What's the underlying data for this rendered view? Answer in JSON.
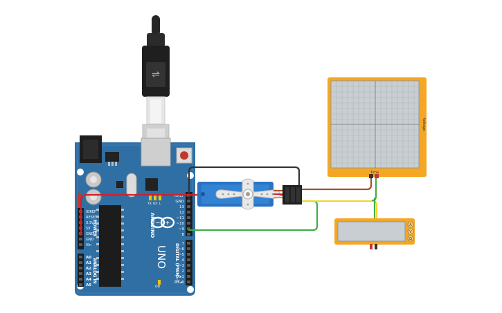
{
  "arduino": {
    "logo_text": "ARDUINO",
    "model_text": "UNO",
    "power_header_title": "POWER",
    "analog_header_title": "ANALOG IN",
    "digital_header_title": "DIGITAL (PWM~)",
    "on_label": "ON",
    "tx_label": "TX",
    "rx_label": "RX",
    "l_label": "L",
    "power_pins": [
      "IOREF",
      "RESET",
      "3.3V",
      "5V",
      "GND",
      "GND",
      "Vin"
    ],
    "analog_pins": [
      "A0",
      "A1",
      "A2",
      "A3",
      "A4",
      "A5"
    ],
    "digital_top_pins": [
      "AREF",
      "GND",
      "13",
      "12",
      "~11",
      "~10",
      "~9",
      "8"
    ],
    "digital_bottom_pins": [
      "7",
      "~6",
      "~5",
      "4",
      "~3",
      "2",
      "TX▸1",
      "RX◂0"
    ]
  },
  "oscilloscope": {
    "x_label": "Time",
    "y_label": "Voltage"
  },
  "multimeter": {
    "mode_labels": [
      "A",
      "V",
      "Ω"
    ]
  },
  "colors": {
    "board_blue": "#2f6fa4",
    "board_dark": "#25597f",
    "instrument_orange": "#f5a623",
    "screen_grey": "#c8ced1",
    "wire_black": "#333333",
    "wire_red": "#d0202a",
    "wire_brown": "#a0522d",
    "wire_yellow": "#f0d833",
    "wire_green": "#3fae49",
    "servo_blue": "#2a73c2"
  }
}
